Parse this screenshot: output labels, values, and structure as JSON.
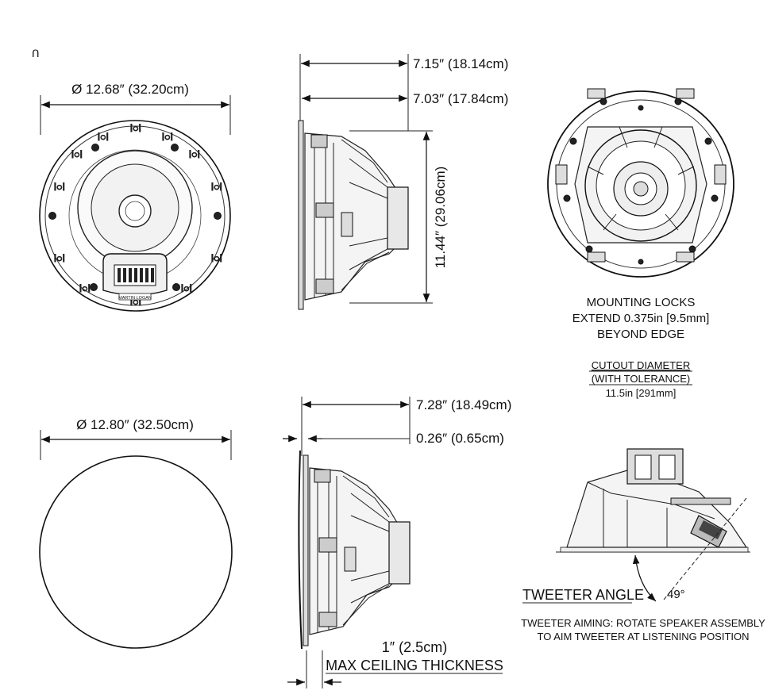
{
  "top_front": {
    "diameter_label": "Ø 12.68″ (32.20cm)",
    "tweeter_logo": "MARTIN LOGAN",
    "corner_mark": "ᑎ"
  },
  "top_side": {
    "depth_overall": "7.15″ (18.14cm)",
    "depth_mount": "7.03″ (17.84cm)",
    "height": "11.44″ (29.06cm)"
  },
  "rear_view": {
    "mount_line1": "MOUNTING LOCKS",
    "mount_line2": "EXTEND 0.375in [9.5mm]",
    "mount_line3": "BEYOND EDGE",
    "cutout_line1": "CUTOUT DIAMETER",
    "cutout_line2": "(WITH TOLERANCE)",
    "cutout_value": "11.5in [291mm]"
  },
  "bottom_front": {
    "diameter_label": "Ø 12.80″ (32.50cm)"
  },
  "bottom_side": {
    "depth_overall": "7.28″ (18.49cm)",
    "flange": "0.26″ (0.65cm)",
    "ceiling_value": "1″ (2.5cm)",
    "ceiling_label": "MAX CEILING THICKNESS"
  },
  "tweeter": {
    "angle_label": "TWEETER ANGLE",
    "angle_value": "49°",
    "aim_line1": "TWEETER AIMING: ROTATE SPEAKER ASSEMBLY",
    "aim_line2": "TO AIM TWEETER AT LISTENING POSITION"
  }
}
